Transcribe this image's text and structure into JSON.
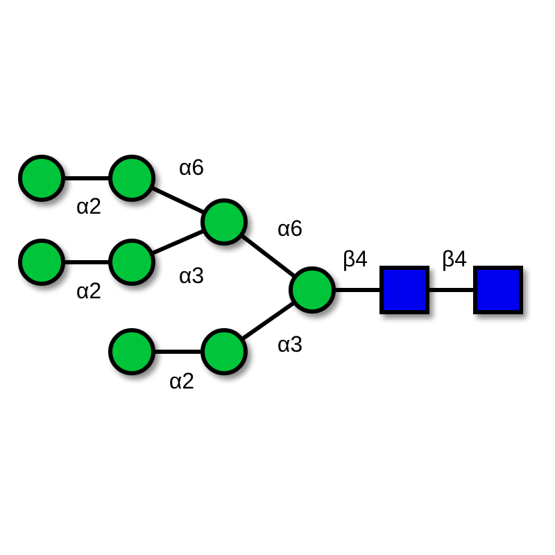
{
  "colors": {
    "mannose": "#00c53a",
    "glcnac": "#0000f0",
    "outline": "#000000"
  },
  "residues": [
    {
      "id": "man-a1",
      "type": "mannose"
    },
    {
      "id": "man-a2",
      "type": "mannose"
    },
    {
      "id": "man-b1",
      "type": "mannose"
    },
    {
      "id": "man-b2",
      "type": "mannose"
    },
    {
      "id": "man-6arm",
      "type": "mannose"
    },
    {
      "id": "man-core",
      "type": "mannose"
    },
    {
      "id": "man-c1",
      "type": "mannose"
    },
    {
      "id": "man-c2",
      "type": "mannose"
    },
    {
      "id": "glcnac-1",
      "type": "glcnac"
    },
    {
      "id": "glcnac-2",
      "type": "glcnac"
    }
  ],
  "linkages": [
    {
      "from": "man-a1",
      "to": "man-a2",
      "label": "α2"
    },
    {
      "from": "man-a2",
      "to": "man-6arm",
      "label": "α6"
    },
    {
      "from": "man-b1",
      "to": "man-b2",
      "label": "α2"
    },
    {
      "from": "man-b2",
      "to": "man-6arm",
      "label": "α3"
    },
    {
      "from": "man-6arm",
      "to": "man-core",
      "label": "α6"
    },
    {
      "from": "man-c1",
      "to": "man-c2",
      "label": "α2"
    },
    {
      "from": "man-c2",
      "to": "man-core",
      "label": "α3"
    },
    {
      "from": "man-core",
      "to": "glcnac-1",
      "label": "β4"
    },
    {
      "from": "glcnac-1",
      "to": "glcnac-2",
      "label": "β4"
    }
  ]
}
